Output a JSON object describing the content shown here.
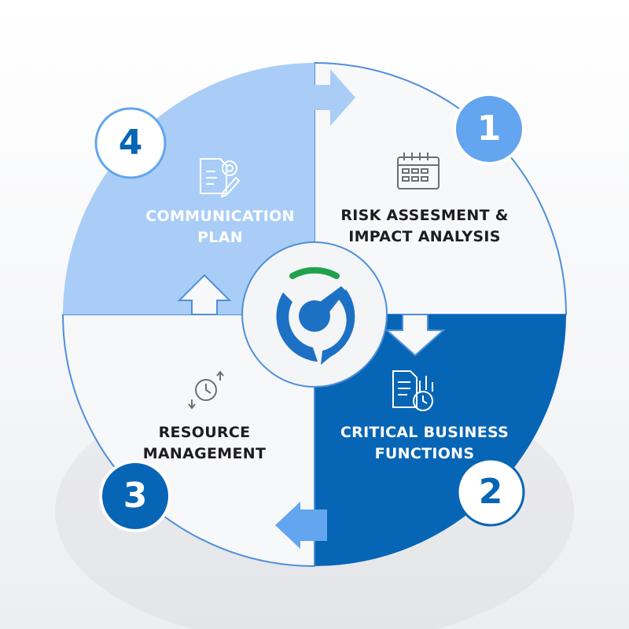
{
  "steps": [
    {
      "number": "1",
      "title_line1": "RISK ASSESMENT &",
      "title_line2": "IMPACT ANALYSIS",
      "icon": "calendar-icon"
    },
    {
      "number": "2",
      "title_line1": "CRITICAL BUSINESS",
      "title_line2": "FUNCTIONS",
      "icon": "document-chart-clock-icon"
    },
    {
      "number": "3",
      "title_line1": "RESOURCE",
      "title_line2": "MANAGEMENT",
      "icon": "clock-cycle-arrows-icon"
    },
    {
      "number": "4",
      "title_line1": "COMMUNICATION",
      "title_line2": "PLAN",
      "icon": "document-target-pen-icon"
    }
  ],
  "center_logo": {
    "icon": "speedometer-logo-icon"
  },
  "colors": {
    "light_blue": "#a9cdf6",
    "mid_blue": "#63a5ee",
    "dark_blue": "#0765b5",
    "outline": "#4f8fd9",
    "quadrant_white": "#f7f8fa",
    "text_dark": "#1d1d1f",
    "logo_green": "#1fa24b"
  }
}
